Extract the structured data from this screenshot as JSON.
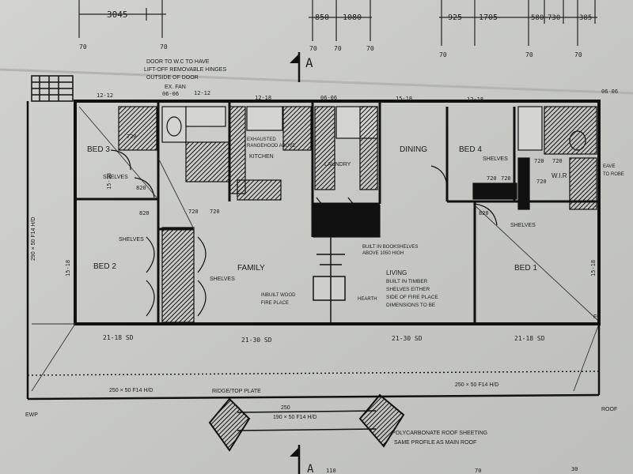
{
  "top_dimensions": {
    "left_block": {
      "value": "3045",
      "sub_left": "70",
      "sub_right": "70"
    },
    "mid_block": {
      "values": [
        "850",
        "1080"
      ],
      "sub": [
        "70",
        "70",
        "70"
      ]
    },
    "right_block": {
      "values": [
        "925",
        "1705",
        "580",
        "730",
        "385"
      ],
      "sub": [
        "70",
        "70",
        "70"
      ]
    }
  },
  "section_marker": "A",
  "notes": {
    "door_note": [
      "DOOR TO W.C TO HAVE",
      "LIFT-OFF REMOVABLE HINGES",
      "OUTSIDE OF DOOR"
    ],
    "vent_note": "EX. FAN",
    "kitchen_note": [
      "EXHAUSTED",
      "RANGEHOOD ABOVE"
    ],
    "built_in_note": [
      "BUILT IN BOOKSHELVES",
      "ABOVE 1050 HIGH"
    ],
    "living_note": [
      "LIVING",
      "BUILT IN TIMBER",
      "SHELVES EITHER",
      "SIDE OF FIRE PLACE",
      "DIMENSIONS TO BE"
    ],
    "fireplace_note": [
      "INBUILT WOOD",
      "FIRE PLACE"
    ],
    "hearth": "HEARTH",
    "eave_right": [
      "EAVE",
      "TO ROBE"
    ],
    "roof_sheeting": [
      "POLYCARBONATE ROOF SHEETING",
      "SAME PROFILE AS MAIN ROOF"
    ]
  },
  "rooms": {
    "bed3": "BED 3",
    "bed2": "BED 2",
    "bed4": "BED 4",
    "bed1": "BED 1",
    "dining": "DINING",
    "family": "FAMILY",
    "kitchen": "KITCHEN",
    "laundry": "LAUNDRY",
    "wir": "W.I.R"
  },
  "wall_labels": {
    "shelves_1": "SHELVES",
    "shelves_2": "SHELVES",
    "shelves_3": "SHELVES",
    "shelves_4": "SHELVES",
    "shelves_5": "SHELVES"
  },
  "door_sizes": [
    "820",
    "720",
    "720",
    "720",
    "820",
    "720",
    "720",
    "820",
    "720",
    "720",
    "720"
  ],
  "window_codes": {
    "top": [
      "12-12",
      "06-06",
      "12-12",
      "12-18",
      "06-06",
      "15-18",
      "12-18",
      "06-06"
    ],
    "bottom": [
      "21-18 SD",
      "21-30 SD",
      "21-30 SD",
      "21-18 SD"
    ],
    "left": [
      "15-18",
      "15-18"
    ],
    "right": [
      "15-18"
    ]
  },
  "beam_labels": {
    "left_vertical": "290 × 50 F14 H/D",
    "bottom_left": "250 × 50 F14 H/D",
    "bottom_left_plate": "RIDGE/TOP PLATE",
    "bottom_right": "250 × 50 F14 H/D",
    "porch_beam": "190 × 50 F14 H/D",
    "porch_dim": "250"
  },
  "corner_labels": {
    "bottom_left": "EWP",
    "bottom_right": "ROOF",
    "top_right": "FC"
  },
  "bottom_marks": [
    "110",
    "70",
    "30"
  ]
}
